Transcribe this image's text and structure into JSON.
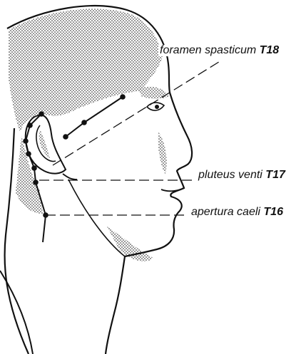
{
  "labels": [
    {
      "name": "foramen spasticum",
      "code": "T18"
    },
    {
      "name": "pluteus venti",
      "code": "T17"
    },
    {
      "name": "apertura caeli",
      "code": "T16"
    }
  ],
  "colors": {
    "ink": "#111111",
    "paper": "#ffffff"
  }
}
